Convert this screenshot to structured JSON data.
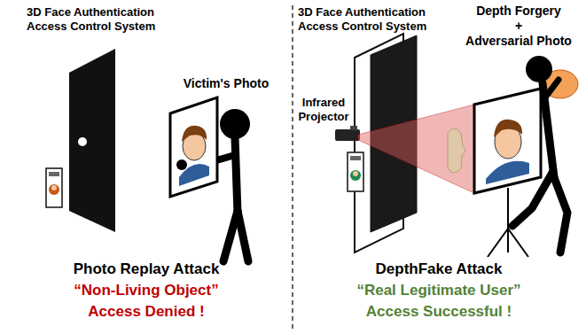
{
  "diagram": {
    "labels": [
      "3D Face Authentication Access Control System",
      "Victim's Photo",
      "Photo Replay Attack",
      "“Non-Living Object”",
      "Access Denied !",
      "3D Face Authentication Access Control System",
      "Infrared Projector",
      "Depth Forgery",
      "+",
      "Adversarial Photo",
      "DepthFake Attack",
      "“Real Legitimate User”",
      "Access Successful !"
    ]
  }
}
